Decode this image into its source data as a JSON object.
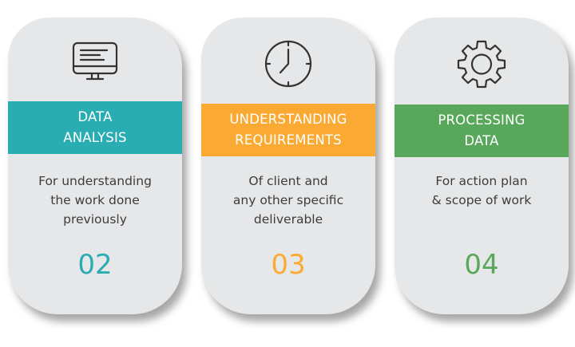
{
  "cards": [
    {
      "icon": "monitor-icon",
      "title_lines": [
        "DATA",
        "ANALYSIS"
      ],
      "description_lines": [
        "For understanding",
        "the work done",
        "previously"
      ],
      "number": "02",
      "color": "#2aacb3"
    },
    {
      "icon": "clock-icon",
      "title_lines": [
        "UNDERSTANDING",
        "REQUIREMENTS"
      ],
      "description_lines": [
        "Of client and",
        "any other specific",
        "deliverable"
      ],
      "number": "03",
      "color": "#faaa33"
    },
    {
      "icon": "gear-icon",
      "title_lines": [
        "PROCESSING",
        "DATA"
      ],
      "description_lines": [
        "For action plan",
        "& scope of work"
      ],
      "number": "04",
      "color": "#58a75a"
    }
  ],
  "card_background": "#e6e7e8",
  "icon_color": "#333333"
}
